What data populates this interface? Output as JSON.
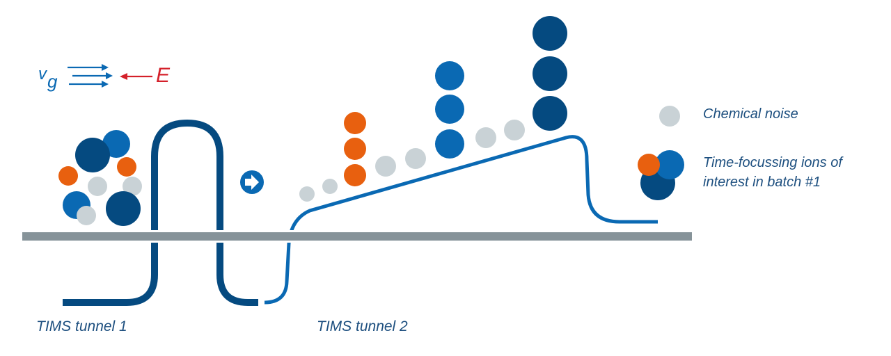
{
  "colors": {
    "navy": "#054a80",
    "blue": "#0a69b3",
    "orange": "#e8600f",
    "gray_ion": "#c9d2d6",
    "bar": "#869399",
    "text": "#1d4f7f",
    "field_red": "#d4202a"
  },
  "field_legend": {
    "velocity_symbol": "v",
    "velocity_subscript": "g",
    "field_symbol": "E"
  },
  "tunnels": {
    "tunnel1_label": "TIMS tunnel 1",
    "tunnel2_label": "TIMS tunnel 2"
  },
  "legend": {
    "noise_label": "Chemical noise",
    "ions_label_line1": "Time-focussing ions of",
    "ions_label_line2": "interest in batch #1"
  },
  "transfer_icon": "arrow-right-circle-icon"
}
